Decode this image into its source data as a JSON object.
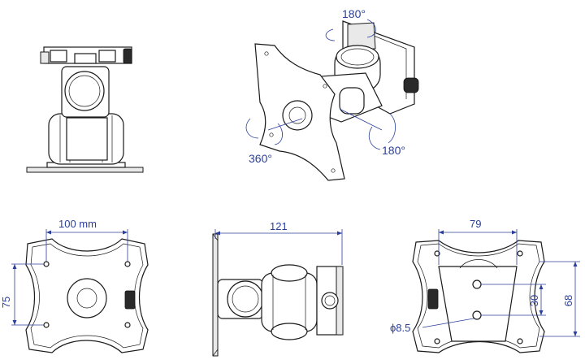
{
  "views": {
    "front_view": {},
    "perspective_view": {
      "rotation_top": "180°",
      "rotation_tilt": "180°",
      "rotation_plate": "360°"
    },
    "vesa_plate_view": {
      "width_label": "100 mm",
      "height_label": "75"
    },
    "side_view": {
      "length_label": "121"
    },
    "wall_plate_view": {
      "width_label": "79",
      "height_label": "68",
      "hole_spacing_label": "30",
      "hole_diameter_label": "ϕ8.5"
    }
  },
  "colors": {
    "line": "#1a1a1a",
    "dimension": "#2b3f9a"
  }
}
